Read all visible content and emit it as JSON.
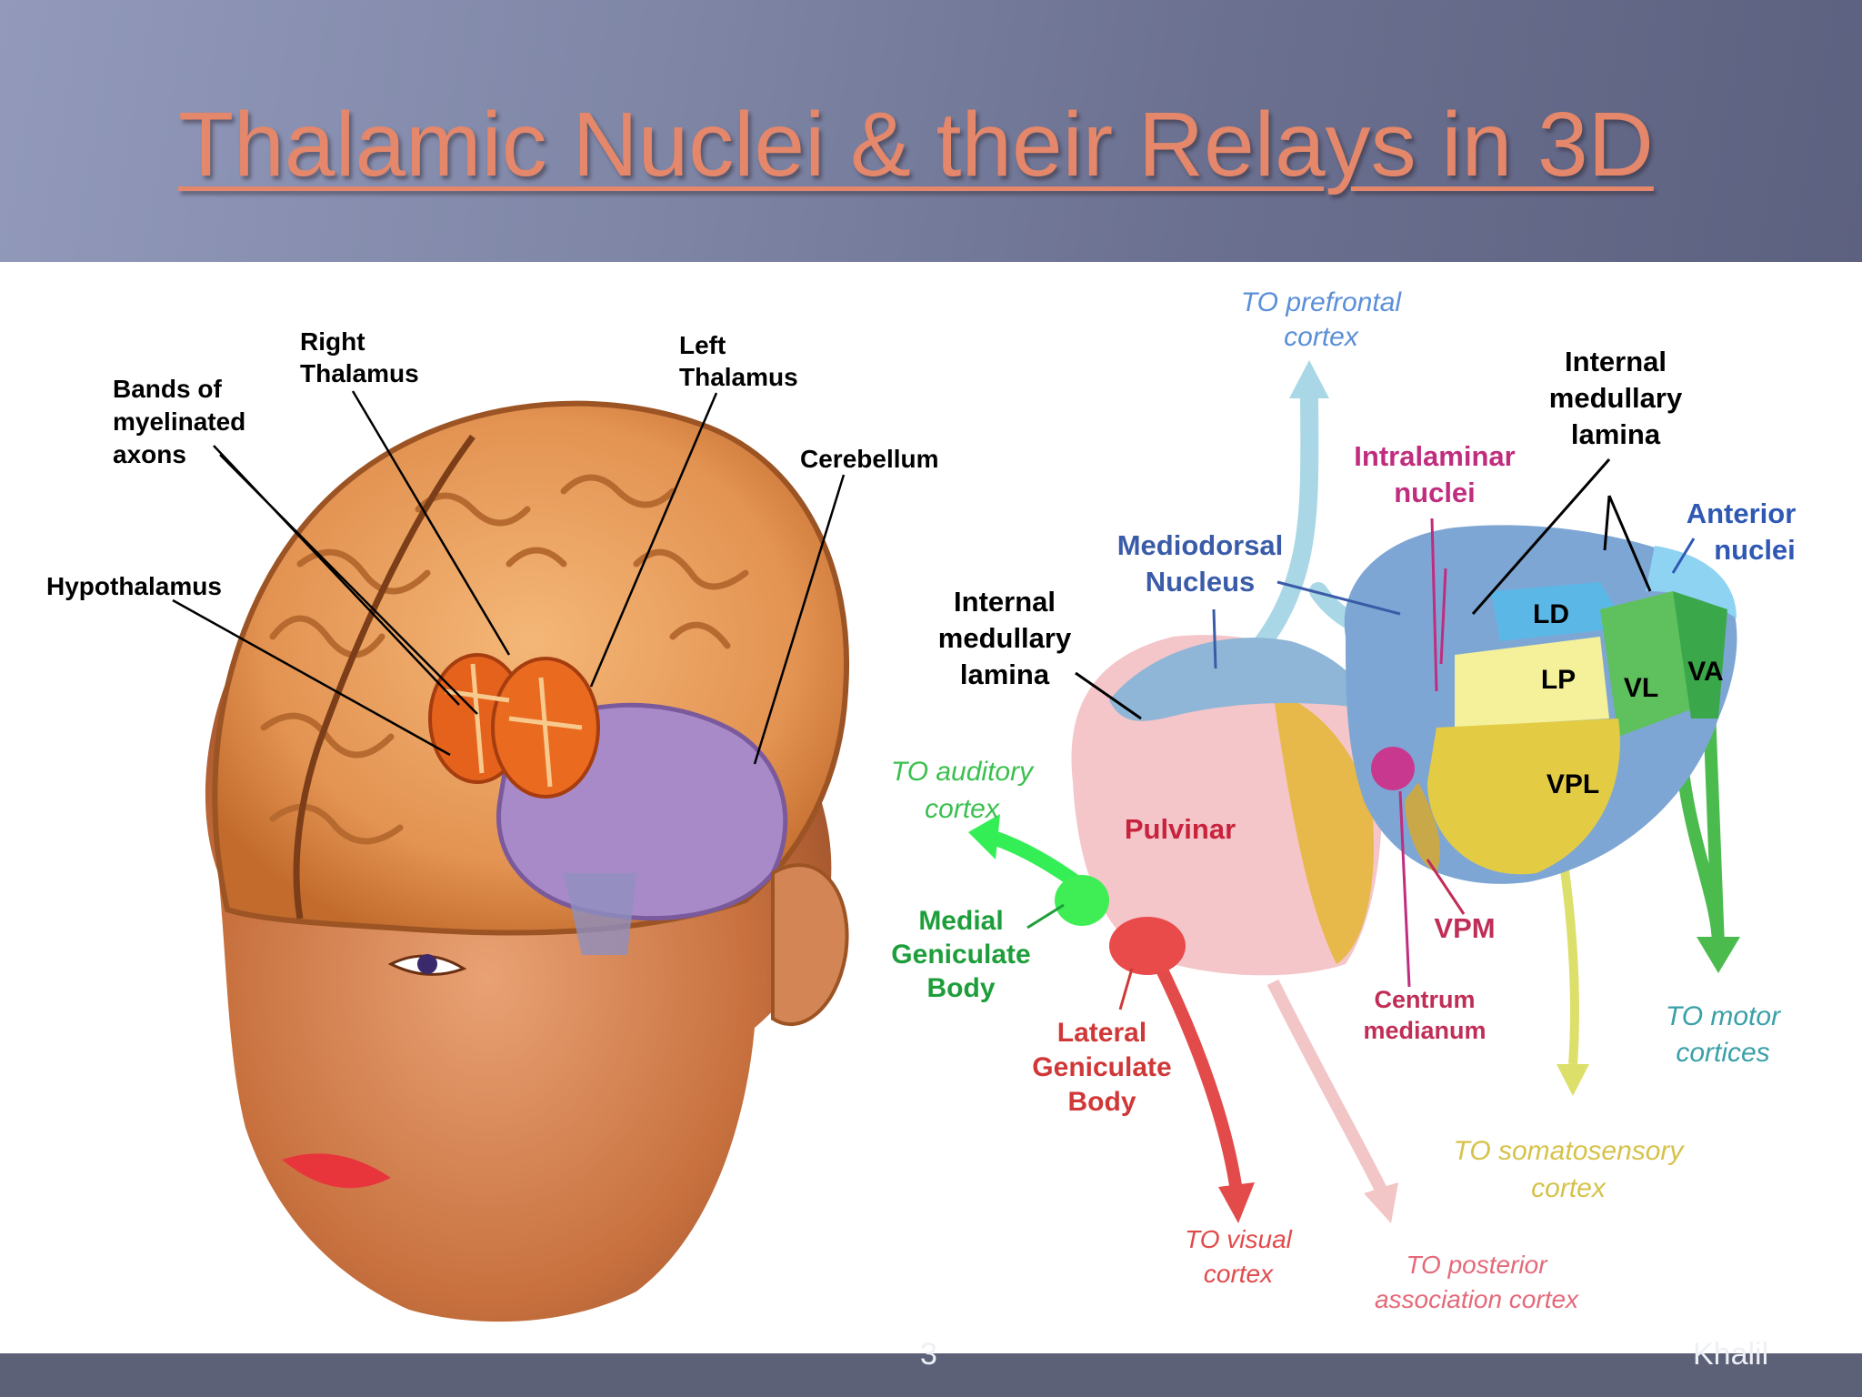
{
  "slide": {
    "title": "Thalamic Nuclei & their Relays in 3D",
    "slide_number": "3",
    "author": "Khalil",
    "colors": {
      "title": "#e4876a",
      "header": "#7f86a6",
      "footer": "#5c6177"
    }
  },
  "left_labels": {
    "bands": [
      "Bands of",
      "myelinated",
      "axons"
    ],
    "right_thalamus": [
      "Right",
      "Thalamus"
    ],
    "left_thalamus": [
      "Left",
      "Thalamus"
    ],
    "cerebellum": "Cerebellum",
    "hypothalamus": "Hypothalamus"
  },
  "right_labels": {
    "to_prefrontal": [
      "TO prefrontal",
      "cortex"
    ],
    "internal_lamina_top": [
      "Internal",
      "medullary",
      "lamina"
    ],
    "intralaminar": [
      "Intralaminar",
      "nuclei"
    ],
    "anterior": [
      "Anterior",
      "nuclei"
    ],
    "mediodorsal": [
      "Mediodorsal",
      "Nucleus"
    ],
    "internal_lamina_left": [
      "Internal",
      "medullary",
      "lamina"
    ],
    "ld": "LD",
    "lp": "LP",
    "vl": "VL",
    "va": "VA",
    "vpl": "VPL",
    "pulvinar": "Pulvinar",
    "to_auditory": [
      "TO auditory",
      "cortex"
    ],
    "mgb": [
      "Medial",
      "Geniculate",
      "Body"
    ],
    "lgb": [
      "Lateral",
      "Geniculate",
      "Body"
    ],
    "vpm": "VPM",
    "centrum": [
      "Centrum",
      "medianum"
    ],
    "to_motor": [
      "TO motor",
      "cortices"
    ],
    "to_somato": [
      "TO somatosensory",
      "cortex"
    ],
    "to_visual": [
      "TO visual",
      "cortex"
    ],
    "to_posterior": [
      "TO posterior",
      "association cortex"
    ]
  }
}
